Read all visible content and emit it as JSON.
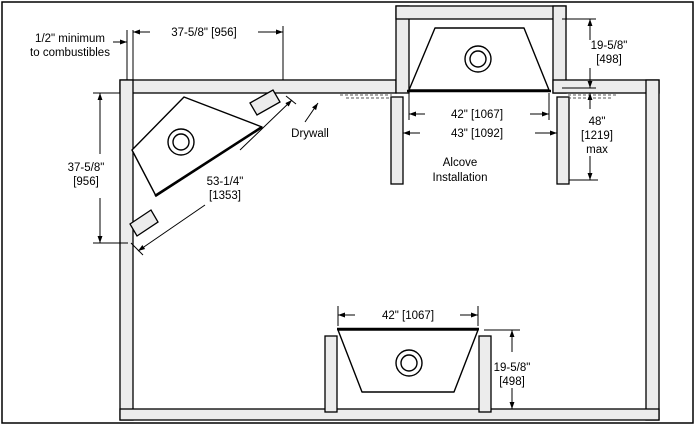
{
  "labels": {
    "clearance": "1/2\" minimum",
    "clearance_sub": "to combustibles",
    "corner_top_width": "37-5/8\" [956]",
    "corner_side_a": "37-5/8\"",
    "corner_side_b": "[956]",
    "diagonal_a": "53-1/4\"",
    "diagonal_b": "[1353]",
    "drywall": "Drywall",
    "alcove_depth_a": "19-5/8\"",
    "alcove_depth_b": "[498]",
    "alcove_inner_width": "42\" [1067]",
    "alcove_outer_width": "43\" [1092]",
    "alcove_max_a": "48\"",
    "alcove_max_b": "[1219]",
    "alcove_max_c": "max",
    "alcove_title_a": "Alcove",
    "alcove_title_b": "Installation",
    "flat_width": "42\" [1067]",
    "flat_depth_a": "19-5/8\"",
    "flat_depth_b": "[498]"
  },
  "colors": {
    "wall_fill": "#ececec",
    "line": "#000000",
    "background": "#ffffff"
  }
}
